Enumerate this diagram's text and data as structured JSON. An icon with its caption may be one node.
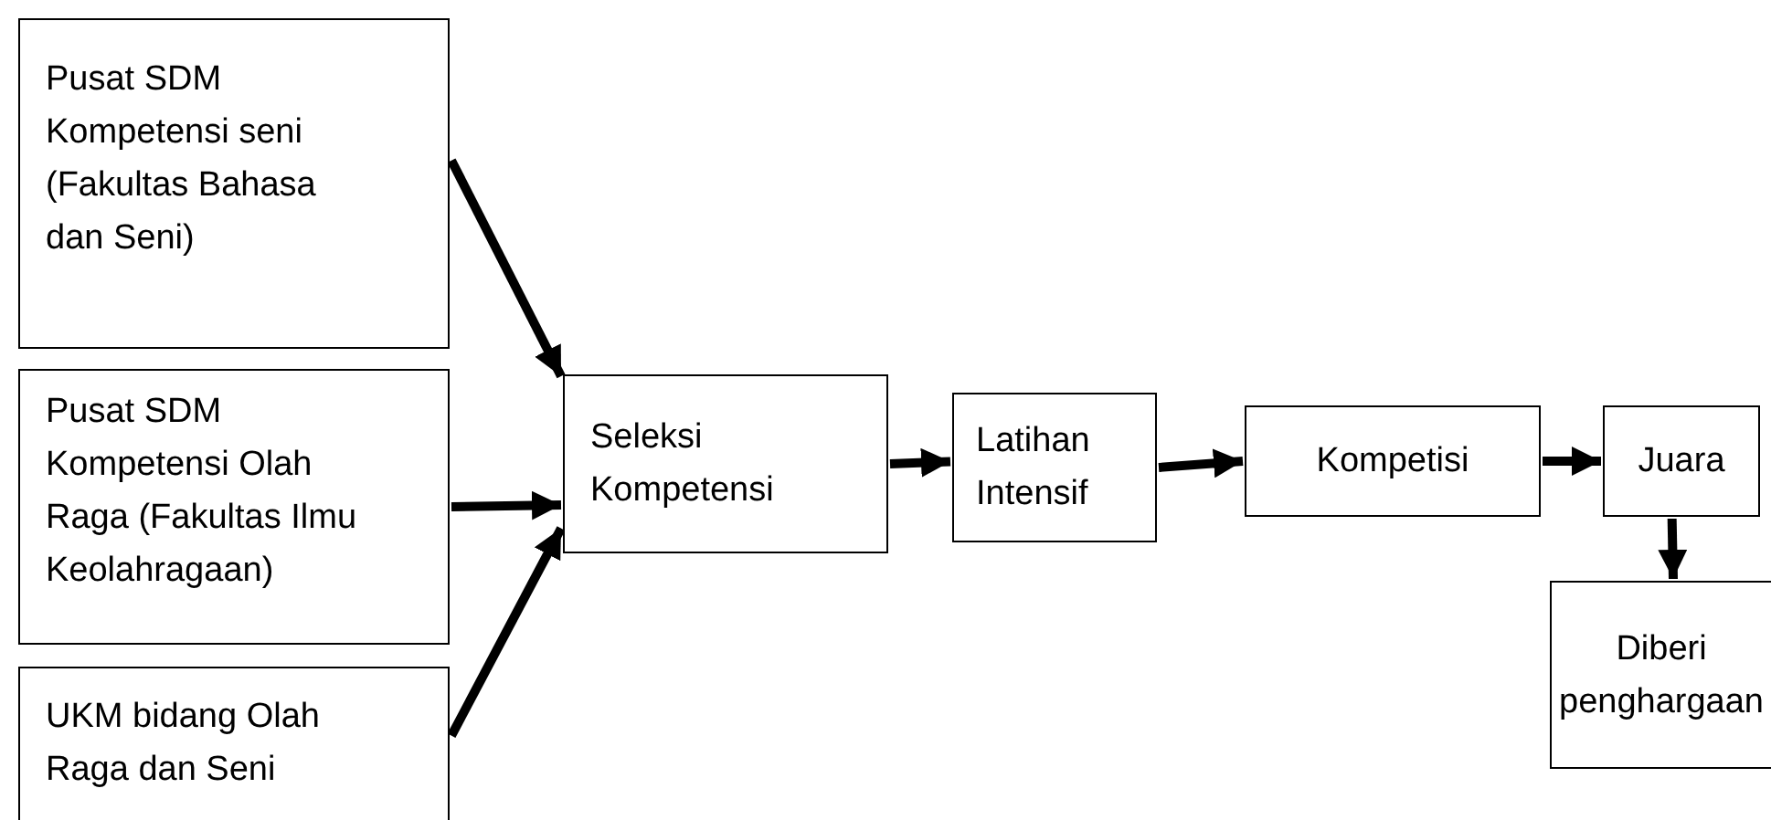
{
  "diagram": {
    "nodes": [
      {
        "text": [
          "Pusat SDM Kompetensi seni (Fakultas Bahasa dan Seni)"
        ]
      },
      {
        "text": [
          "Pusat SDM Kompetensi Olah Raga (Fakultas Ilmu Keolahragaan)"
        ]
      },
      {
        "text": [
          "UKM bidang Olah Raga dan Seni"
        ]
      },
      {
        "text": [
          "Seleksi Kompetensi"
        ]
      },
      {
        "text": [
          "Latihan Intensif"
        ]
      },
      {
        "text": [
          "Kompetisi"
        ]
      },
      {
        "text": [
          "Juara"
        ]
      },
      {
        "text": [
          "Diberi penghargaan"
        ]
      }
    ],
    "edges": [
      {
        "from": 0,
        "to": 3,
        "arrow": "to"
      },
      {
        "from": 1,
        "to": 3,
        "arrow": "to"
      },
      {
        "from": 2,
        "to": 3,
        "arrow": "to"
      },
      {
        "from": 3,
        "to": 4,
        "arrow": "to"
      },
      {
        "from": 4,
        "to": 5,
        "arrow": "to"
      },
      {
        "from": 5,
        "to": 6,
        "arrow": "to"
      },
      {
        "from": 6,
        "to": 7,
        "arrow": "to"
      }
    ]
  }
}
